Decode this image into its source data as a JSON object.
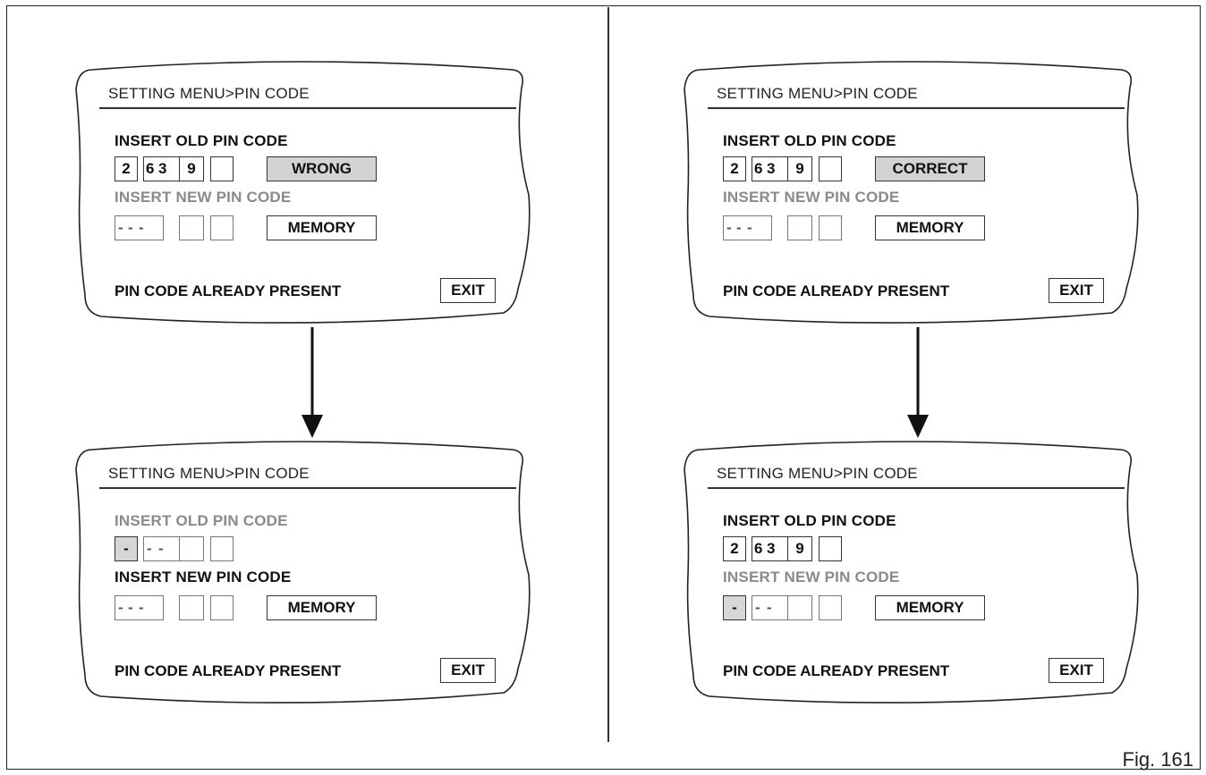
{
  "figure_label": "Fig. 161",
  "panels": [
    {
      "title": "SETTING MENU>PIN CODE",
      "old_label": "INSERT OLD PIN CODE",
      "old_digits": [
        "2",
        "6",
        "3",
        "9"
      ],
      "old_result": "WRONG",
      "new_label": "INSERT NEW PIN CODE",
      "new_digits": [
        "-",
        "-",
        "-",
        ""
      ],
      "memory": "MEMORY",
      "status": "PIN CODE ALREADY PRESENT",
      "exit": "EXIT"
    },
    {
      "title": "SETTING MENU>PIN CODE",
      "old_label": "INSERT OLD PIN CODE",
      "old_digits": [
        "2",
        "6",
        "3",
        "9"
      ],
      "old_result": "CORRECT",
      "new_label": "INSERT NEW PIN CODE",
      "new_digits": [
        "-",
        "-",
        "-",
        ""
      ],
      "memory": "MEMORY",
      "status": "PIN CODE ALREADY PRESENT",
      "exit": "EXIT"
    },
    {
      "title": "SETTING MENU>PIN CODE",
      "old_label": "INSERT OLD PIN CODE",
      "old_digits": [
        "-",
        "-",
        "-",
        ""
      ],
      "new_label": "INSERT NEW PIN CODE",
      "new_digits": [
        "-",
        "-",
        "-",
        ""
      ],
      "memory": "MEMORY",
      "status": "PIN CODE ALREADY PRESENT",
      "exit": "EXIT"
    },
    {
      "title": "SETTING MENU>PIN CODE",
      "old_label": "INSERT OLD PIN CODE",
      "old_digits": [
        "2",
        "6",
        "3",
        "9"
      ],
      "new_label": "INSERT NEW PIN CODE",
      "new_digits": [
        "-",
        "-",
        "-",
        ""
      ],
      "memory": "MEMORY",
      "status": "PIN CODE ALREADY PRESENT",
      "exit": "EXIT"
    }
  ]
}
